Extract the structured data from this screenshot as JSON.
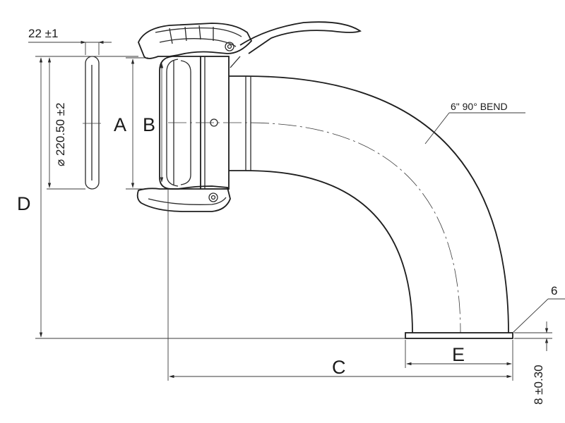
{
  "labels": {
    "width_tol": "22 ±1",
    "diameter": "⌀ 220.50 ±2",
    "dim_a": "A",
    "dim_b": "B",
    "dim_c": "C",
    "dim_d": "D",
    "dim_e": "E",
    "bend": "6\" 90° BEND",
    "flange_thk": "8 ±0.30",
    "corner_note": "6"
  }
}
